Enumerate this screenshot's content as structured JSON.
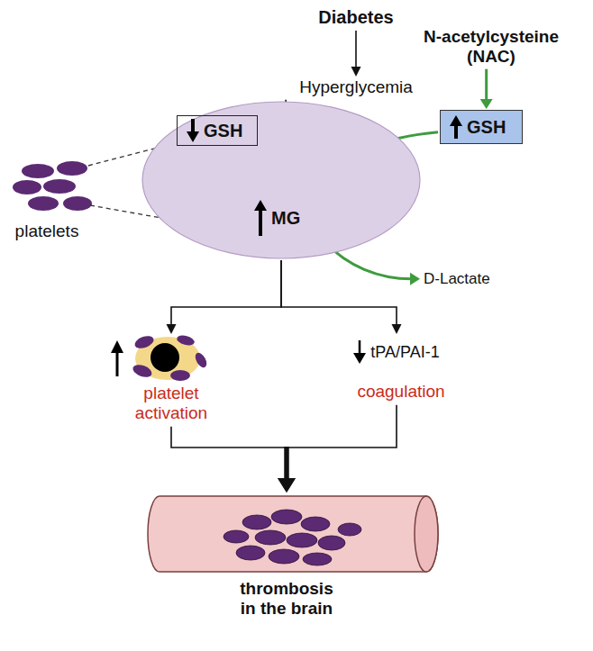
{
  "diagram": {
    "nodes": [
      {
        "text": [
          "Diabetes"
        ]
      },
      {
        "text": [
          "Hyperglycemia"
        ]
      },
      {
        "text": [
          "N-acetylcysteine (NAC)"
        ]
      },
      {
        "text": []
      },
      {
        "text": [
          "GSH"
        ],
        "in": 3
      },
      {
        "text": [
          "MG"
        ],
        "in": 3
      },
      {
        "text": [
          "GSH"
        ]
      },
      {
        "text": [
          "D-Lactate"
        ]
      },
      {
        "text": [
          "platelet activation"
        ]
      },
      {
        "text": [
          "tPA/PAI-1",
          "coagulation"
        ]
      },
      {
        "text": [
          "thrombosis in the brain"
        ]
      }
    ],
    "edges": [
      {
        "from": 0,
        "to": 1,
        "arrow": "to"
      },
      {
        "from": 2,
        "to": 6,
        "arrow": "to"
      },
      {
        "from": 1,
        "to": 5,
        "arrow": "to"
      },
      {
        "from": 6,
        "to": 7,
        "arrow": "to"
      },
      {
        "from": 3,
        "to": 8,
        "arrow": "to"
      },
      {
        "from": 3,
        "to": 9,
        "arrow": "to"
      },
      {
        "from": 8,
        "to": 10,
        "arrow": "to"
      },
      {
        "from": 9,
        "to": 10,
        "arrow": "to"
      }
    ],
    "labels": [
      "platelets"
    ]
  }
}
